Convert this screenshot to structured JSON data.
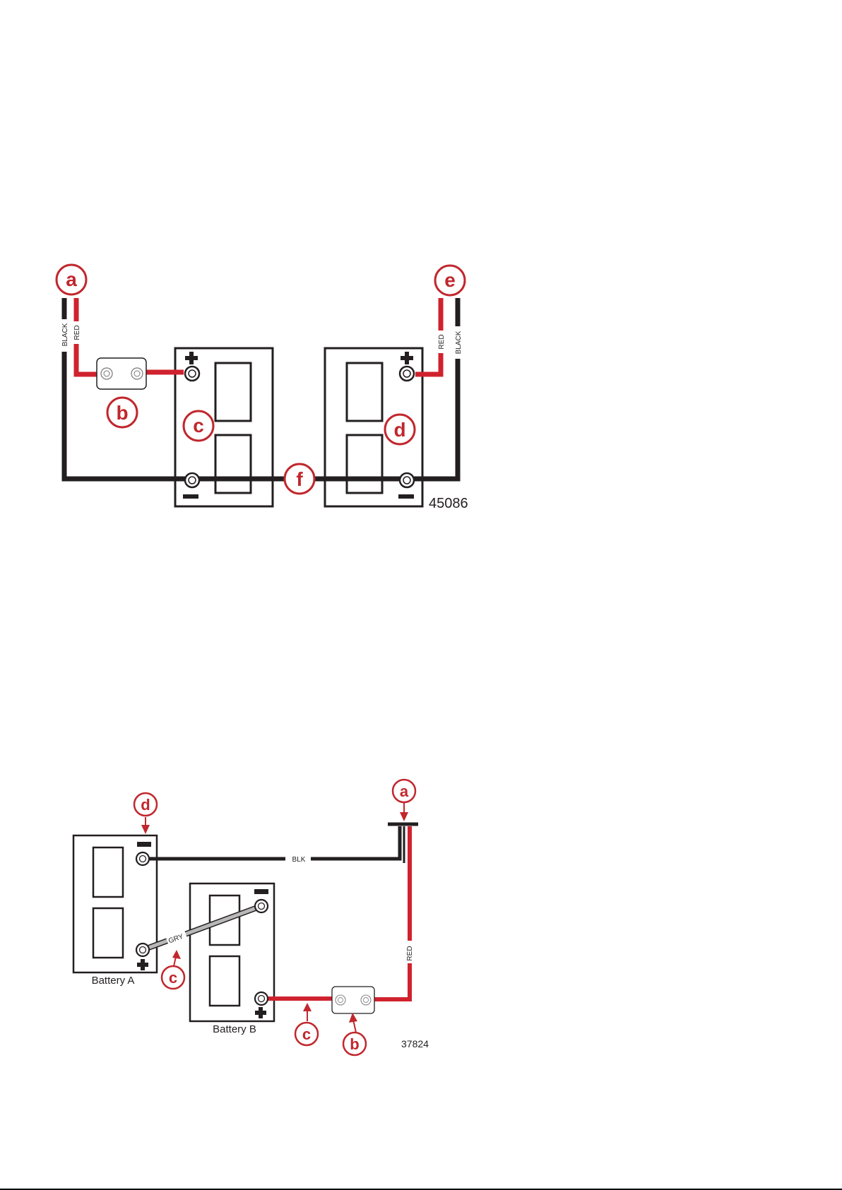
{
  "colors": {
    "red_wire": "#d0222e",
    "black_wire": "#231f20",
    "gray_wire": "#b8b8b8",
    "callout": "#c1272d"
  },
  "figure1": {
    "figure_number": "45086",
    "wire_labels": {
      "black_left": "BLACK",
      "red_left": "RED",
      "red_right": "RED",
      "black_right": "BLACK"
    },
    "callouts": {
      "a": "a",
      "b": "b",
      "c": "c",
      "d": "d",
      "e": "e",
      "f": "f"
    },
    "terminal_marks": {
      "plus": "+",
      "minus": "−"
    }
  },
  "figure2": {
    "figure_number": "37824",
    "wire_labels": {
      "blk": "BLK",
      "red": "RED",
      "gry": "GRY"
    },
    "battery_labels": {
      "a": "Battery A",
      "b": "Battery B"
    },
    "callouts": {
      "a": "a",
      "b": "b",
      "c1": "c",
      "c2": "c",
      "d": "d"
    }
  }
}
